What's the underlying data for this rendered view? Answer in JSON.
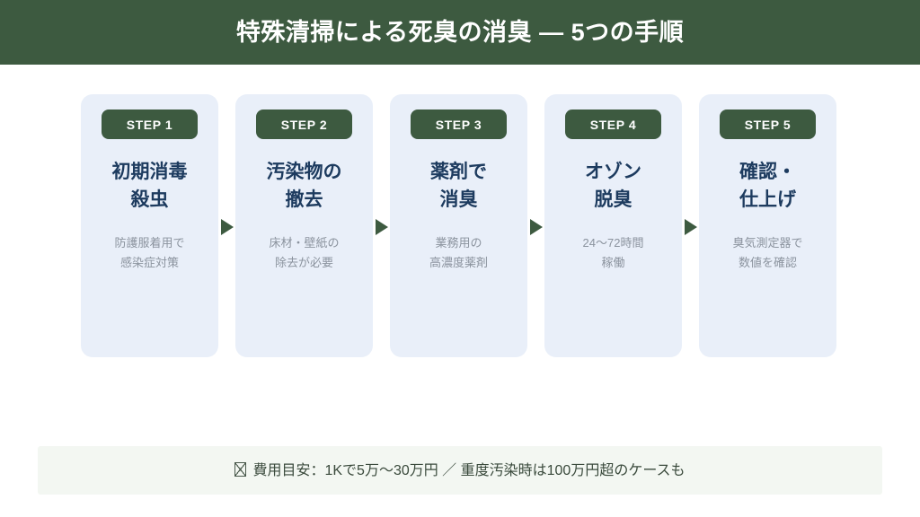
{
  "header": {
    "title": "特殊清掃による死臭の消臭 ― 5つの手順",
    "background_color": "#3d5a40",
    "text_color": "#ffffff"
  },
  "colors": {
    "accent_green": "#3d5a40",
    "card_background": "#e9eff9",
    "card_title": "#1d3b5f",
    "card_desc": "#8b939e",
    "footer_background": "#f3f7f2",
    "footer_text": "#3a4a3c",
    "page_background": "#ffffff"
  },
  "steps": [
    {
      "badge": "STEP 1",
      "title": "初期消毒\n殺虫",
      "desc": "防護服着用で\n感染症対策"
    },
    {
      "badge": "STEP 2",
      "title": "汚染物の\n撤去",
      "desc": "床材・壁紙の\n除去が必要"
    },
    {
      "badge": "STEP 3",
      "title": "薬剤で\n消臭",
      "desc": "業務用の\n高濃度薬剤"
    },
    {
      "badge": "STEP 4",
      "title": "オゾン\n脱臭",
      "desc": "24〜72時間\n稼働"
    },
    {
      "badge": "STEP 5",
      "title": "確認・\n仕上げ",
      "desc": "臭気測定器で\n数値を確認"
    }
  ],
  "connectors": {
    "icon": "triangle-right-icon",
    "count": 4
  },
  "footer": {
    "icon": "missing-glyph-box-icon",
    "note": "費用目安：1Kで5万〜30万円 ／ 重度汚染時は100万円超のケースも"
  }
}
